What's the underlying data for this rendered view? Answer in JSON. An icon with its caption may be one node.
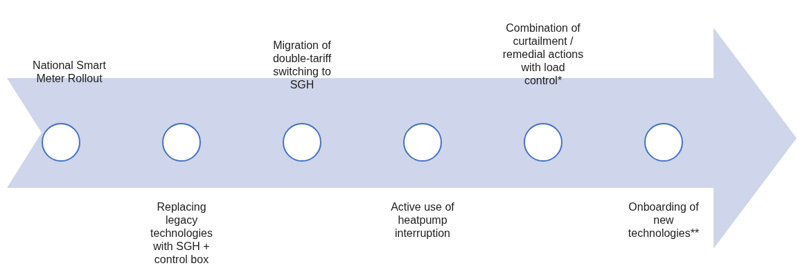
{
  "diagram": {
    "nodes": [
      {
        "text": [],
        "shape": "arrow"
      },
      {
        "text": [],
        "shape": "circle",
        "in": 0,
        "beside": [
          "National Smart Meter Rollout"
        ]
      },
      {
        "text": [],
        "shape": "circle",
        "in": 0,
        "beside": [
          "Replacing legacy technologies with SGH + control box"
        ]
      },
      {
        "text": [],
        "shape": "circle",
        "in": 0,
        "beside": [
          "Migration of double-tariff switching to SGH"
        ]
      },
      {
        "text": [],
        "shape": "circle",
        "in": 0,
        "beside": [
          "Active use of heatpump interruption"
        ]
      },
      {
        "text": [],
        "shape": "circle",
        "in": 0,
        "beside": [
          "Combination of curtailment / remedial actions with load control*"
        ]
      },
      {
        "text": [],
        "shape": "circle",
        "in": 0,
        "beside": [
          "Onboarding of new technologies**"
        ]
      }
    ]
  }
}
